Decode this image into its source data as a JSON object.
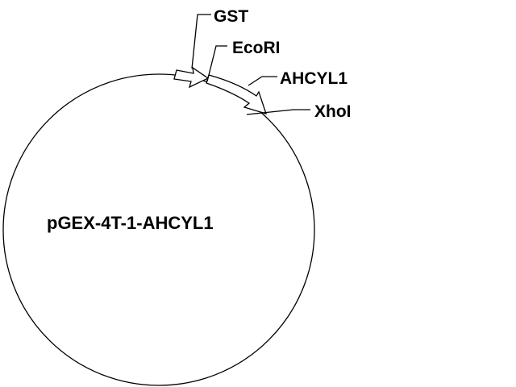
{
  "plasmid": {
    "name": "pGEX-4T-1-AHCYL1",
    "outline_color": "#000000",
    "fill_color": "#ffffff"
  },
  "features": {
    "gst": {
      "label": "GST",
      "kind": "arrow"
    },
    "ecori": {
      "label": "EcoRI",
      "kind": "restriction-site"
    },
    "ahcyl1": {
      "label": "AHCYL1",
      "kind": "arrow"
    },
    "xhoi": {
      "label": "XhoI",
      "kind": "restriction-site"
    }
  }
}
